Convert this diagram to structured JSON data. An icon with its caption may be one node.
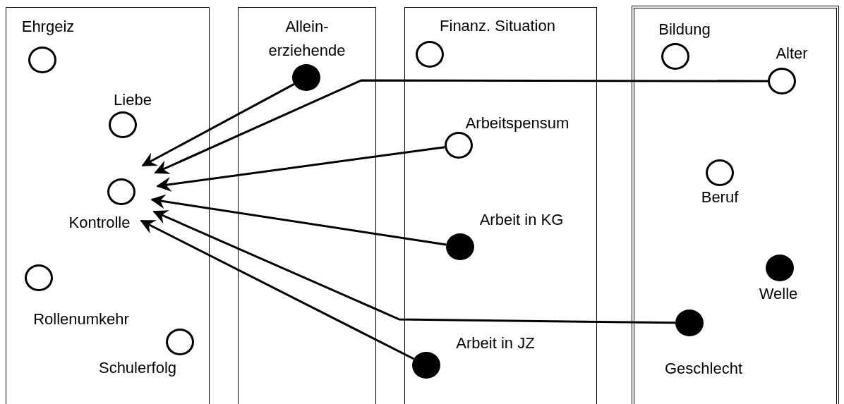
{
  "diagram": {
    "nodes": [
      {
        "text": [],
        "shape": "box"
      },
      {
        "text": [],
        "shape": "box"
      },
      {
        "text": [],
        "shape": "box"
      },
      {
        "text": [],
        "shape": "box"
      },
      {
        "text": [],
        "shape": "circle",
        "in": 0,
        "beside": [
          "Ehrgeiz"
        ]
      },
      {
        "text": [],
        "shape": "circle",
        "in": 0,
        "beside": [
          "Liebe"
        ]
      },
      {
        "text": [],
        "shape": "circle",
        "in": 0,
        "beside": [
          "Kontrolle"
        ]
      },
      {
        "text": [],
        "shape": "circle",
        "in": 0,
        "beside": [
          "Rollenumkehr"
        ]
      },
      {
        "text": [],
        "shape": "circle",
        "in": 0,
        "beside": [
          "Schulerfolg"
        ]
      },
      {
        "text": [],
        "shape": "dot",
        "in": 1,
        "beside": [
          "Allein- erziehende"
        ]
      },
      {
        "text": [],
        "shape": "circle",
        "in": 2,
        "beside": [
          "Finanz. Situation"
        ]
      },
      {
        "text": [],
        "shape": "circle",
        "in": 2,
        "beside": [
          "Arbeitspensum"
        ]
      },
      {
        "text": [],
        "shape": "dot",
        "in": 2,
        "beside": [
          "Arbeit in KG"
        ]
      },
      {
        "text": [],
        "shape": "dot",
        "in": 2,
        "beside": [
          "Arbeit in JZ"
        ]
      },
      {
        "text": [],
        "shape": "circle",
        "in": 3,
        "beside": [
          "Bildung"
        ]
      },
      {
        "text": [],
        "shape": "circle",
        "in": 3,
        "beside": [
          "Alter"
        ]
      },
      {
        "text": [],
        "shape": "circle",
        "in": 3,
        "beside": [
          "Beruf"
        ]
      },
      {
        "text": [],
        "shape": "dot",
        "in": 3,
        "beside": [
          "Welle"
        ]
      },
      {
        "text": [],
        "shape": "dot",
        "in": 3,
        "beside": [
          "Geschlecht"
        ]
      }
    ],
    "edges": [
      {
        "from": 9,
        "to": 6,
        "arrow": "to"
      },
      {
        "from": 15,
        "to": 6,
        "arrow": "to"
      },
      {
        "from": 11,
        "to": 6,
        "arrow": "to"
      },
      {
        "from": 12,
        "to": 6,
        "arrow": "to"
      },
      {
        "from": 18,
        "to": 6,
        "arrow": "to"
      },
      {
        "from": 13,
        "to": 6,
        "arrow": "to"
      }
    ]
  }
}
